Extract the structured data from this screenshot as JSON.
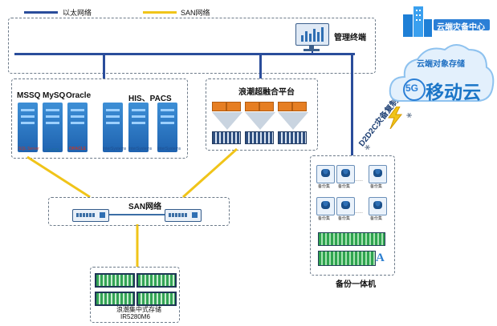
{
  "legend": {
    "ethernet_label": "以太网络",
    "san_label": "SAN网络"
  },
  "colors": {
    "ethernet": "#2a4d9b",
    "san": "#f0c419",
    "switch_accent": "#2f6fb3"
  },
  "management": {
    "label": "管理终端"
  },
  "databases": {
    "label1": "MSSQ",
    "label2": "MySQ",
    "label3": "Oracle",
    "label4": "HIS、PACS",
    "logo1": "SQL Server",
    "logo2": "MySQL",
    "logo3": "ORACLE",
    "logo4": "InterSystems",
    "logo5": "InterSystems",
    "logo6": "InterSystems"
  },
  "hci": {
    "label": "浪潮超融合平台"
  },
  "san_network": {
    "label": "SAN网络"
  },
  "storage": {
    "label1": "浪潮集中式存储",
    "label2": "IR5280M6"
  },
  "backup": {
    "label": "备份一体机",
    "disk_label": "备份集",
    "ellipsis": "……"
  },
  "cloud": {
    "center_label": "云端灾备中心",
    "storage_label": "云端对象存储",
    "brand_5g": "5G",
    "brand_name": "移动云"
  },
  "replication": {
    "label": "D2D2C灾备复制"
  }
}
